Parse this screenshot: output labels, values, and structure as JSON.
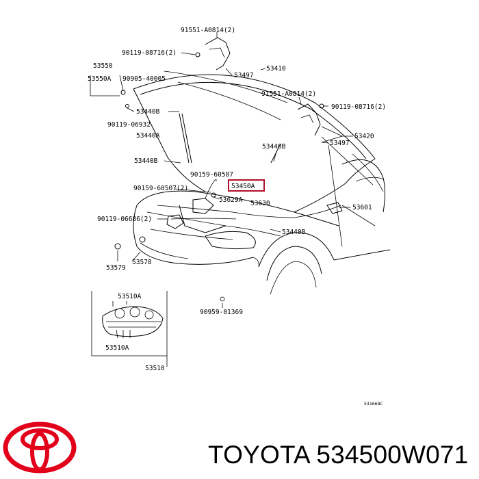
{
  "parts": {
    "p_91551_a0814_top": "91551-A0814(2)",
    "p_90119_08716_top": "90119-08716(2)",
    "p_53550": "53550",
    "p_53550a": "53550A",
    "p_90905_40005": "90905-40005",
    "p_53497_top": "53497",
    "p_53410": "53410",
    "p_91551_a0814_right": "91551-A0814(2)",
    "p_90119_08716_right": "90119-08716(2)",
    "p_53440b_top": "53440B",
    "p_90119_06932": "90119-06932",
    "p_53440a": "53440A",
    "p_53420": "53420",
    "p_53497_right": "53497",
    "p_53440b_mid": "53440B",
    "p_53440b_left": "53440B",
    "p_90159_60507": "90159-60507",
    "p_53450a": "53450A",
    "p_90159_60507_2": "90159-60507(2)",
    "p_53629a": "53629A",
    "p_53630": "53630",
    "p_53601": "53601",
    "p_90119_06686": "90119-06686(2)",
    "p_53440b_bottom": "53440B",
    "p_53579": "53579",
    "p_53578": "53578",
    "p_53510a_top": "53510A",
    "p_90959_01369": "90959-01369",
    "p_53510a_bottom": "53510A",
    "p_53510": "53510",
    "diagram_code": "531668C"
  },
  "footer": {
    "brand": "TOYOTA 534500W071"
  },
  "colors": {
    "highlight": "#b0102a",
    "logo": "#e2001a"
  }
}
